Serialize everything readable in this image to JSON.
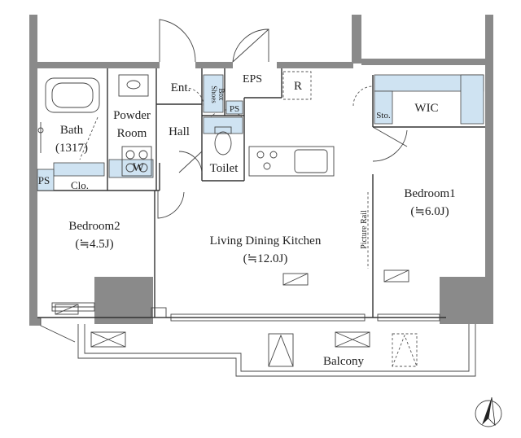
{
  "rooms": {
    "bath": {
      "name": "Bath",
      "size": "(1317)"
    },
    "powder_room": {
      "line1": "Powder",
      "line2": "Room"
    },
    "washer": "W",
    "ent": "Ent.",
    "shoes_box": {
      "line1": "Shoes",
      "line2": "Box"
    },
    "eps": "EPS",
    "ps_upper": "PS",
    "refrigerator": "R",
    "hall": "Hall",
    "toilet": "Toilet",
    "ps_left": "PS",
    "closet": "Clo.",
    "storage": "Sto.",
    "wic": "WIC",
    "bedroom1": {
      "name": "Bedroom1",
      "size": "(≒6.0J)"
    },
    "bedroom2": {
      "name": "Bedroom2",
      "size": "(≒4.5J)"
    },
    "ldk": {
      "name": "Living Dining Kitchen",
      "size": "(≒12.0J)"
    },
    "picture_rail": "Picture Rail",
    "balcony": "Balcony"
  },
  "colors": {
    "wall": "#8a8a8a",
    "storage_fill": "#cfe3f2",
    "line": "#333333"
  },
  "icons": {
    "compass": "north-arrow-icon"
  }
}
